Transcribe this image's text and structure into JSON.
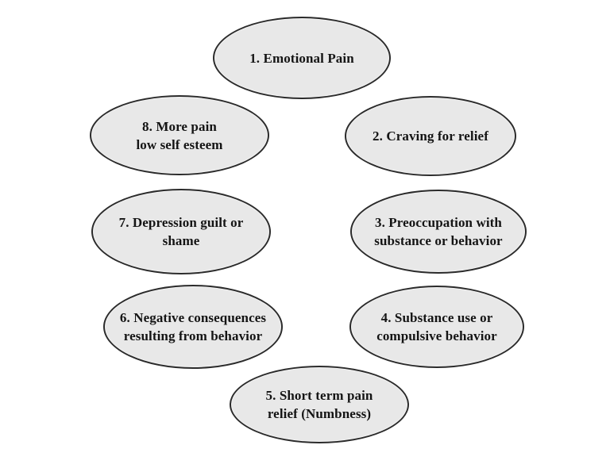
{
  "diagram": {
    "type": "cycle",
    "description": "Eight numbered ellipses arranged in a loop depicting a cycle of addiction",
    "colors": {
      "background": "#ffffff",
      "ellipse_fill": "#e8e8e8",
      "ellipse_border": "#2b2b2b",
      "text": "#141414"
    },
    "nodes": [
      {
        "id": "1",
        "label": "1. Emotional Pain"
      },
      {
        "id": "2",
        "label": "2. Craving for relief"
      },
      {
        "id": "3",
        "label": "3. Preoccupation with\nsubstance or behavior"
      },
      {
        "id": "4",
        "label": "4. Substance use or\ncompulsive behavior"
      },
      {
        "id": "5",
        "label": "5. Short term pain\nrelief (Numbness)"
      },
      {
        "id": "6",
        "label": "6. Negative consequences\nresulting from behavior"
      },
      {
        "id": "7",
        "label": "7. Depression guilt or shame"
      },
      {
        "id": "8",
        "label": "8. More pain\nlow self esteem"
      }
    ]
  }
}
